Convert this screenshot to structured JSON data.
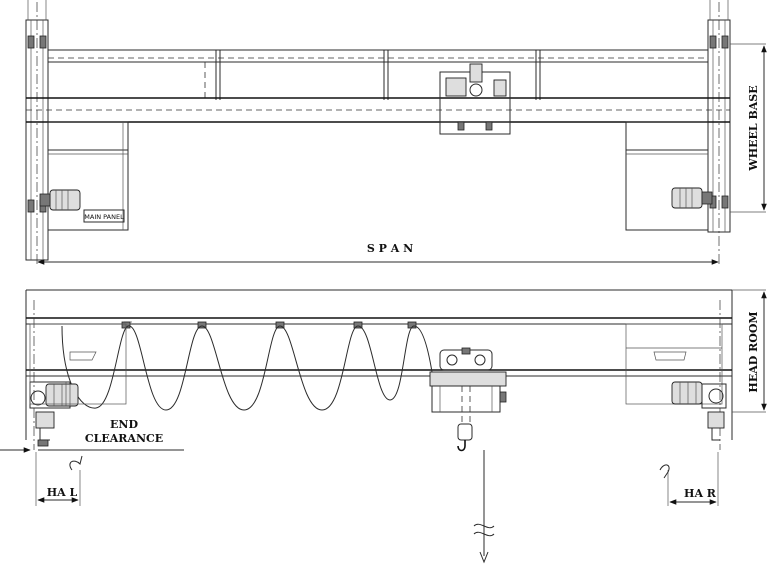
{
  "labels": {
    "span": "S P A N",
    "wheel_base": "WHEEL BASE",
    "head_room": "HEAD ROOM",
    "main_panel": "MAIN PANEL",
    "end_clearance_line1": "END",
    "end_clearance_line2": "CLEARANCE",
    "ha_left": "HA L",
    "ha_right": "HA R"
  }
}
